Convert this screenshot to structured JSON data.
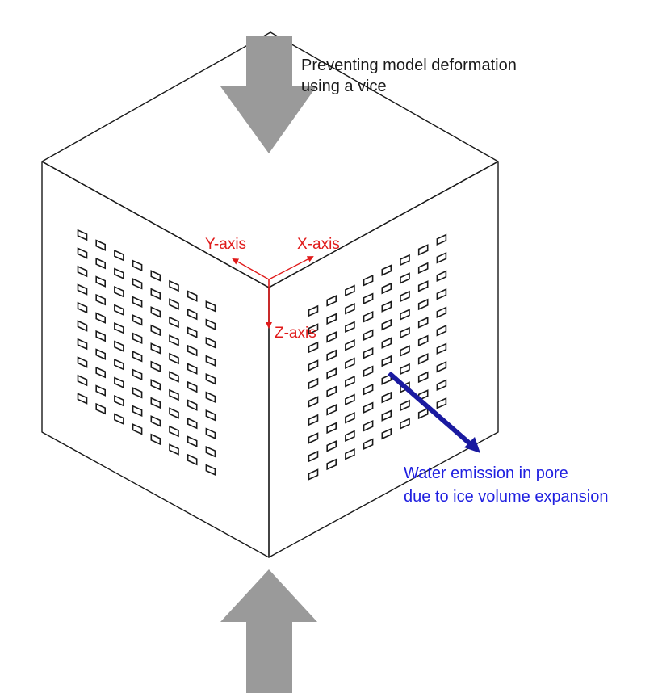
{
  "top_annotation": {
    "line1": "Preventing model deformation",
    "line2": "using a vice"
  },
  "axes": {
    "x_label": "X-axis",
    "y_label": "Y-axis",
    "z_label": "Z-axis",
    "color": "#e01a1a"
  },
  "water_annotation": {
    "line1": "Water emission in pore",
    "line2": "due to ice volume expansion",
    "color": "#2020e0"
  },
  "vice_arrow_color": "#9a9a9a",
  "pore_grid": {
    "left_face": {
      "rows": 10,
      "cols": 8
    },
    "right_face": {
      "rows": 10,
      "cols": 8
    }
  }
}
